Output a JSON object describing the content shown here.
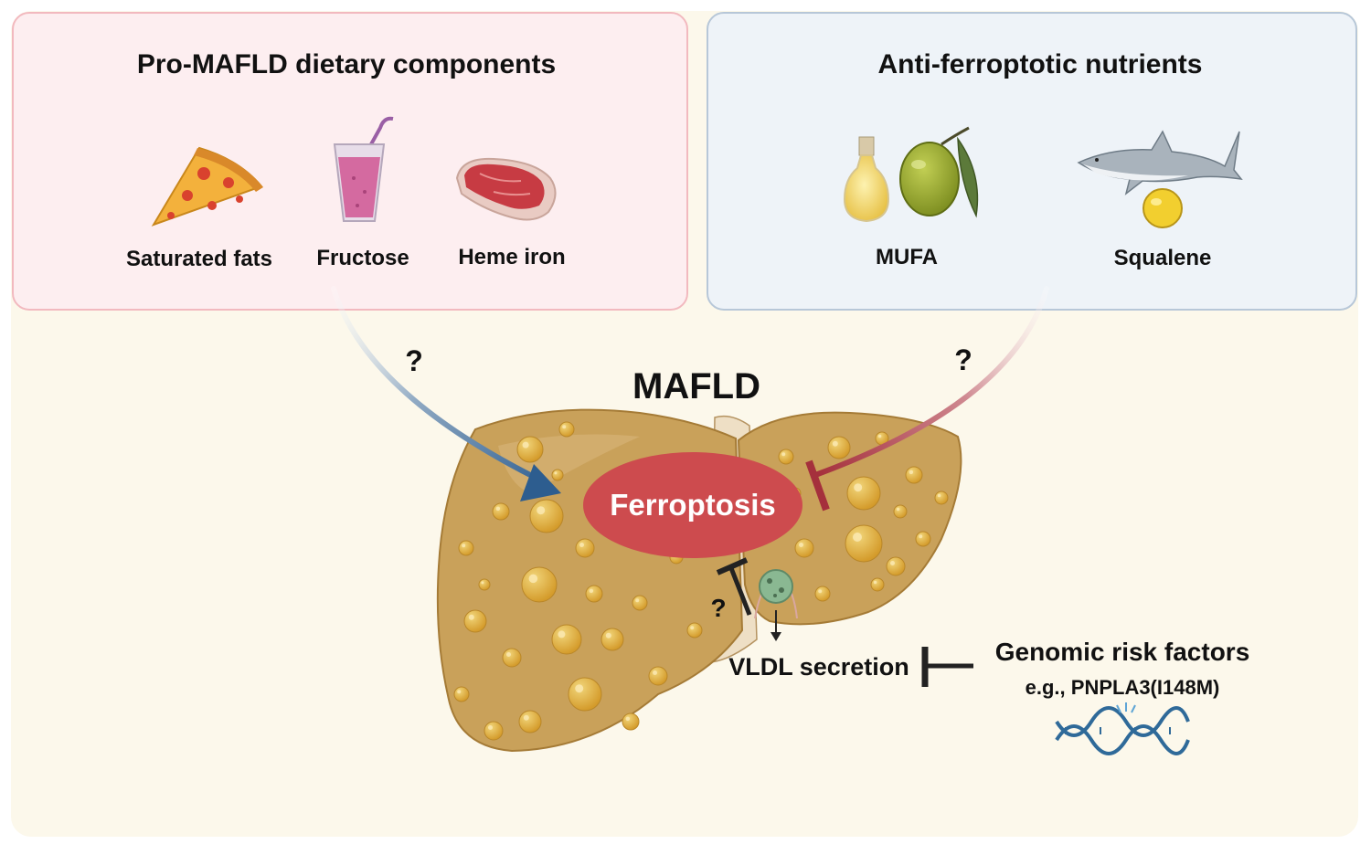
{
  "left_panel": {
    "title": "Pro-MAFLD dietary components",
    "items": [
      {
        "label": "Saturated fats",
        "icon": "pizza-slice-icon"
      },
      {
        "label": "Fructose",
        "icon": "smoothie-glass-icon"
      },
      {
        "label": "Heme iron",
        "icon": "red-meat-steak-icon"
      }
    ]
  },
  "right_panel": {
    "title": "Anti-ferroptotic nutrients",
    "items": [
      {
        "label": "MUFA",
        "icon": "olive-oil-icon"
      },
      {
        "label": "Squalene",
        "icon": "shark-icon"
      }
    ]
  },
  "center": {
    "title": "MAFLD",
    "core": "Ferroptosis",
    "question_mark": "?",
    "vldl": "VLDL secretion",
    "genomic_title": "Genomic risk factors",
    "genomic_example": "e.g., PNPLA3(I148M)"
  },
  "colors": {
    "left_panel_fill": "#fdeef0",
    "left_panel_border": "#f2b9bf",
    "right_panel_fill": "#eef3f8",
    "right_panel_border": "#b7c7d8",
    "background": "#fcf8eb",
    "liver": "#c9a15a",
    "ferroptosis": "#cd4b4e",
    "arrow_blue": "#2d5d8f",
    "arrow_red": "#a5303c",
    "dna": "#2f6a99"
  }
}
